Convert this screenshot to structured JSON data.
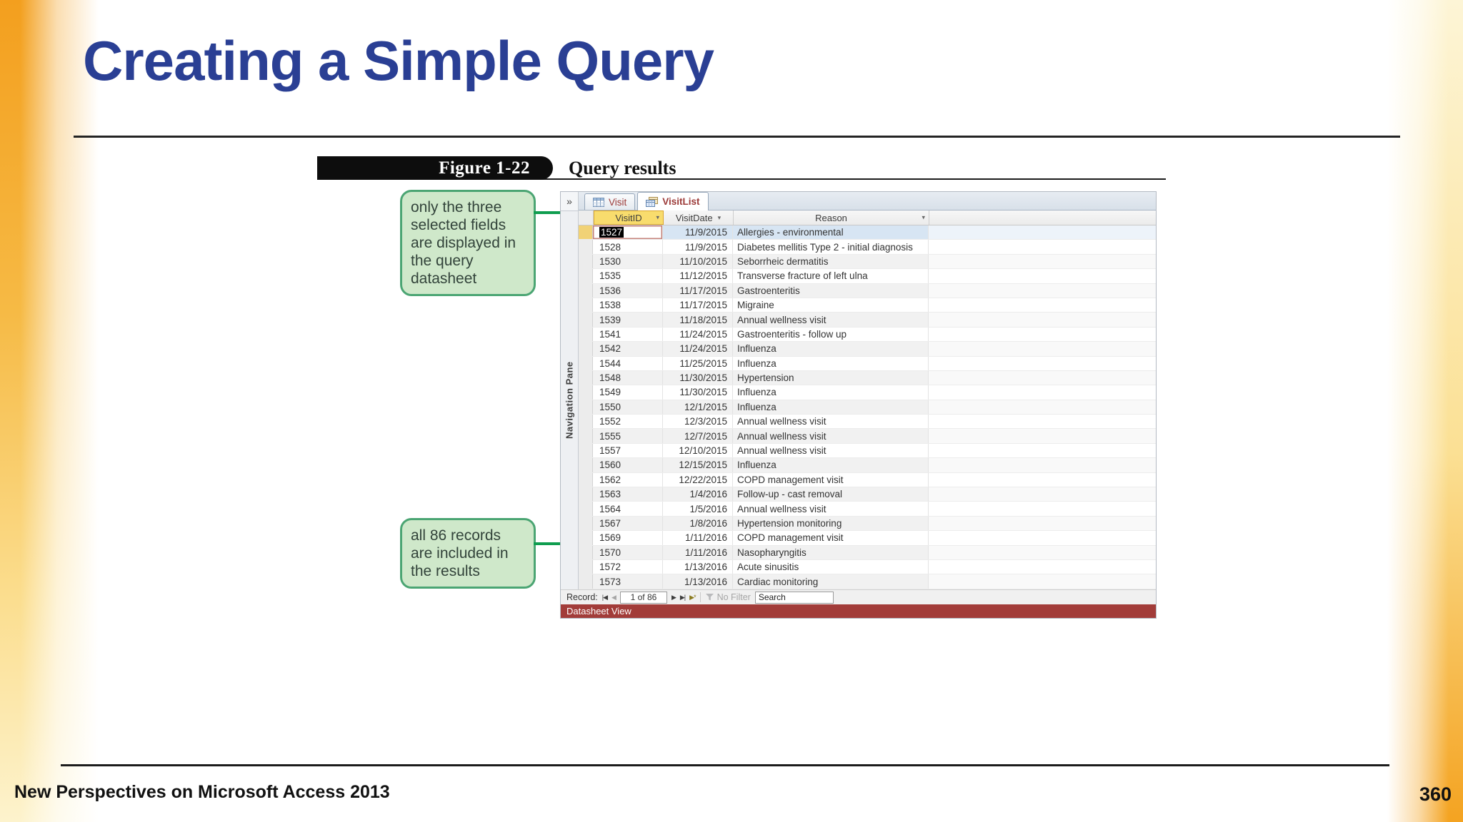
{
  "slide": {
    "title": "Creating a Simple Query",
    "footer": "New Perspectives on Microsoft Access 2013",
    "page_number": "360"
  },
  "figure": {
    "label": "Figure 1-22",
    "caption": "Query results"
  },
  "callouts": {
    "fields": "only the three selected fields are displayed in the query datasheet",
    "records": "all 86 records are included in the results"
  },
  "access": {
    "nav_pane_label": "Navigation Pane",
    "tabs": [
      {
        "label": "Visit",
        "icon": "table-icon",
        "active": false
      },
      {
        "label": "VisitList",
        "icon": "query-icon",
        "active": true
      }
    ],
    "columns": [
      {
        "name": "VisitID",
        "highlighted": true
      },
      {
        "name": "VisitDate",
        "highlighted": false
      },
      {
        "name": "Reason",
        "highlighted": false
      }
    ],
    "rows": [
      {
        "id": "1527",
        "date": "11/9/2015",
        "reason": "Allergies - environmental"
      },
      {
        "id": "1528",
        "date": "11/9/2015",
        "reason": "Diabetes mellitis Type 2 - initial diagnosis"
      },
      {
        "id": "1530",
        "date": "11/10/2015",
        "reason": "Seborrheic dermatitis"
      },
      {
        "id": "1535",
        "date": "11/12/2015",
        "reason": "Transverse fracture of left ulna"
      },
      {
        "id": "1536",
        "date": "11/17/2015",
        "reason": "Gastroenteritis"
      },
      {
        "id": "1538",
        "date": "11/17/2015",
        "reason": "Migraine"
      },
      {
        "id": "1539",
        "date": "11/18/2015",
        "reason": "Annual wellness visit"
      },
      {
        "id": "1541",
        "date": "11/24/2015",
        "reason": "Gastroenteritis - follow up"
      },
      {
        "id": "1542",
        "date": "11/24/2015",
        "reason": "Influenza"
      },
      {
        "id": "1544",
        "date": "11/25/2015",
        "reason": "Influenza"
      },
      {
        "id": "1548",
        "date": "11/30/2015",
        "reason": "Hypertension"
      },
      {
        "id": "1549",
        "date": "11/30/2015",
        "reason": "Influenza"
      },
      {
        "id": "1550",
        "date": "12/1/2015",
        "reason": "Influenza"
      },
      {
        "id": "1552",
        "date": "12/3/2015",
        "reason": "Annual wellness visit"
      },
      {
        "id": "1555",
        "date": "12/7/2015",
        "reason": "Annual wellness visit"
      },
      {
        "id": "1557",
        "date": "12/10/2015",
        "reason": "Annual wellness visit"
      },
      {
        "id": "1560",
        "date": "12/15/2015",
        "reason": "Influenza"
      },
      {
        "id": "1562",
        "date": "12/22/2015",
        "reason": "COPD management visit"
      },
      {
        "id": "1563",
        "date": "1/4/2016",
        "reason": "Follow-up - cast removal"
      },
      {
        "id": "1564",
        "date": "1/5/2016",
        "reason": "Annual wellness visit"
      },
      {
        "id": "1567",
        "date": "1/8/2016",
        "reason": "Hypertension monitoring"
      },
      {
        "id": "1569",
        "date": "1/11/2016",
        "reason": "COPD management visit"
      },
      {
        "id": "1570",
        "date": "1/11/2016",
        "reason": "Nasopharyngitis"
      },
      {
        "id": "1572",
        "date": "1/13/2016",
        "reason": "Acute sinusitis"
      },
      {
        "id": "1573",
        "date": "1/13/2016",
        "reason": "Cardiac monitoring"
      }
    ],
    "record_bar": {
      "label": "Record:",
      "position": "1 of 86",
      "no_filter": "No Filter",
      "search": "Search"
    },
    "status_bar": "Datasheet View",
    "icons": {
      "shutter_chevron": "»",
      "sort_arrow": "▾",
      "first_record": "|◀",
      "previous_record": "◀",
      "next_record": "▶",
      "last_record": "▶|",
      "new_record": "▶*"
    }
  },
  "colors": {
    "title_blue": "#2a3f94",
    "callout_fill": "#cfe8ca",
    "callout_border": "#4ba573",
    "arrow_green": "#0f9d4f",
    "header_highlight_yellow": "#f8dc6d",
    "current_row_blue": "#d7e5f3",
    "row_selector_amber": "#f1d276",
    "status_bar_maroon": "#a23c39",
    "tab_text_maroon": "#9c3a38",
    "edge_bar_orange": "#f39f1e"
  }
}
